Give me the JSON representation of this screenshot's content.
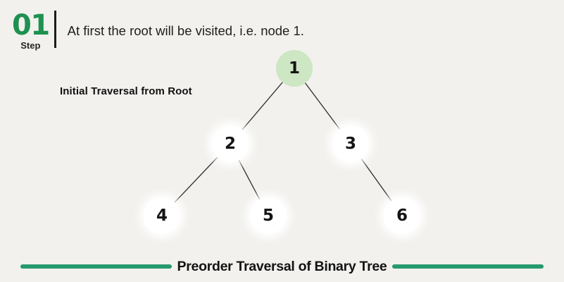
{
  "header": {
    "step_number": "01",
    "step_label": "Step",
    "description": "At first the root will be visited, i.e. node 1."
  },
  "diagram": {
    "caption": "Initial Traversal from Root",
    "tree": {
      "nodes": [
        {
          "label": "1",
          "highlighted": true
        },
        {
          "label": "2",
          "highlighted": false
        },
        {
          "label": "3",
          "highlighted": false
        },
        {
          "label": "4",
          "highlighted": false
        },
        {
          "label": "5",
          "highlighted": false
        },
        {
          "label": "6",
          "highlighted": false
        }
      ],
      "edges": [
        "1-2",
        "1-3",
        "2-4",
        "2-5",
        "3-6"
      ]
    }
  },
  "footer": {
    "title": "Preorder Traversal of Binary Tree"
  },
  "colors": {
    "accent_green": "#1e9150",
    "bar_green": "#27996e",
    "highlighted_node_fill": "#cde6c3",
    "background": "#f2f1ee"
  }
}
